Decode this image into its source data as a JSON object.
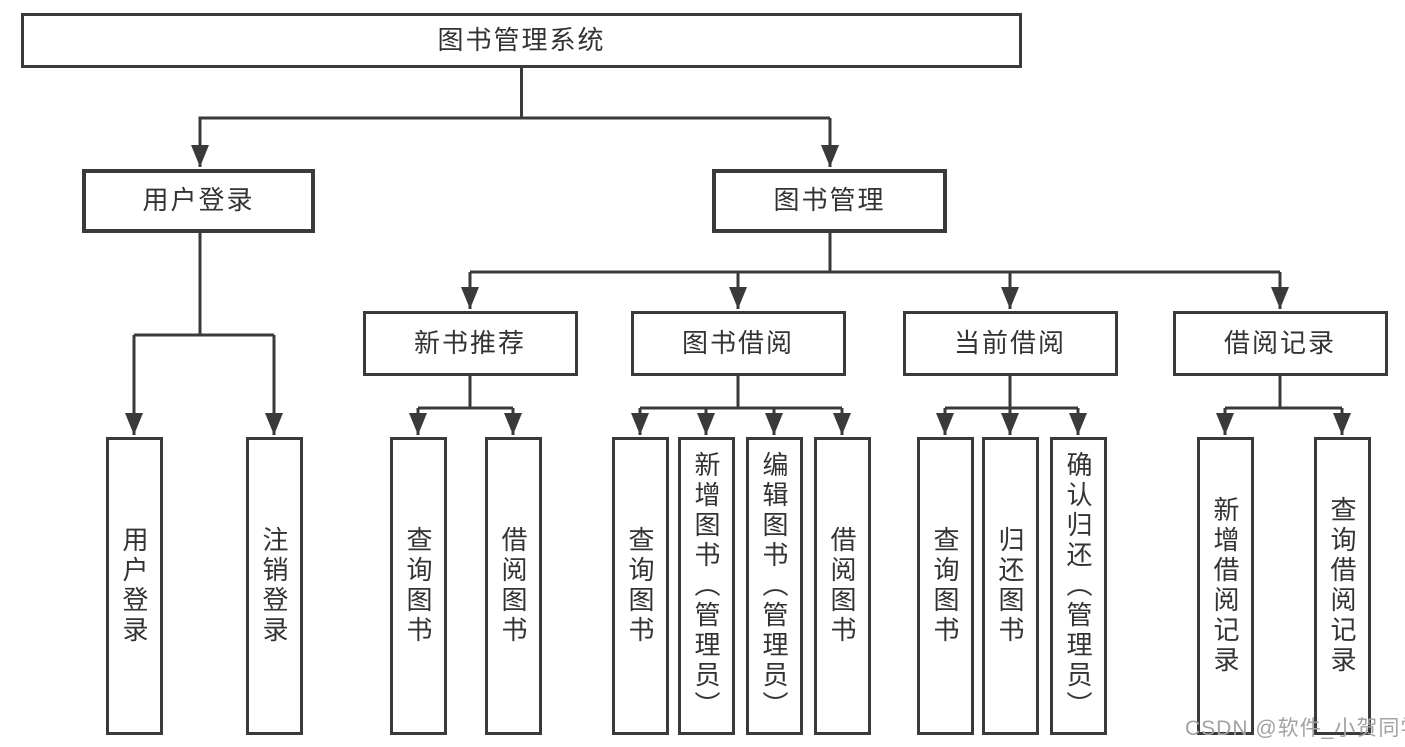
{
  "diagram": {
    "title_note": "functional structure tree",
    "root": {
      "label": "图书管理系统"
    },
    "branches": [
      {
        "label": "用户登录",
        "children_labels": [
          "用户登录",
          "注销登录"
        ]
      },
      {
        "label": "图书管理",
        "children": [
          {
            "label": "新书推荐",
            "children_labels": [
              "查询图书",
              "借阅图书"
            ]
          },
          {
            "label": "图书借阅",
            "children_labels": [
              "查询图书",
              "新增图书（管理员）",
              "编辑图书（管理员）",
              "借阅图书"
            ]
          },
          {
            "label": "当前借阅",
            "children_labels": [
              "查询图书",
              "归还图书",
              "确认归还（管理员）"
            ]
          },
          {
            "label": "借阅记录",
            "children_labels": [
              "新增借阅记录",
              "查询借阅记录"
            ]
          }
        ]
      }
    ]
  },
  "watermark": {
    "text": "CSDN @软件_小贺同学"
  },
  "colors": {
    "line": "#3a3a3a",
    "box_border": "#3a3a3a",
    "box_fill": "#ffffff",
    "text": "#333333",
    "watermark_text": "#a2a2a2",
    "background": "#ffffff"
  }
}
